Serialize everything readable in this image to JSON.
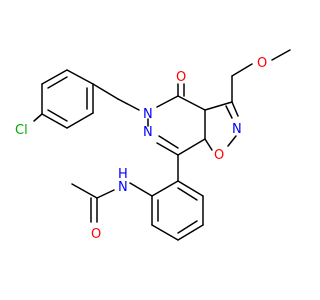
{
  "colors": {
    "bond": "#000000",
    "carbon_label": "#000000",
    "oxygen": "#ff0000",
    "nitrogen": "#0000ff",
    "chlorine": "#00aa00",
    "background": "#ffffff"
  },
  "atom_labels": {
    "carbonyl_o": "O",
    "n5": "N",
    "n6": "N",
    "isoxazole_n": "N",
    "isoxazole_o": "O",
    "ether_o": "O",
    "chlorine": "Cl",
    "amide_n": "N",
    "amide_h": "H",
    "amide_o": "O"
  }
}
